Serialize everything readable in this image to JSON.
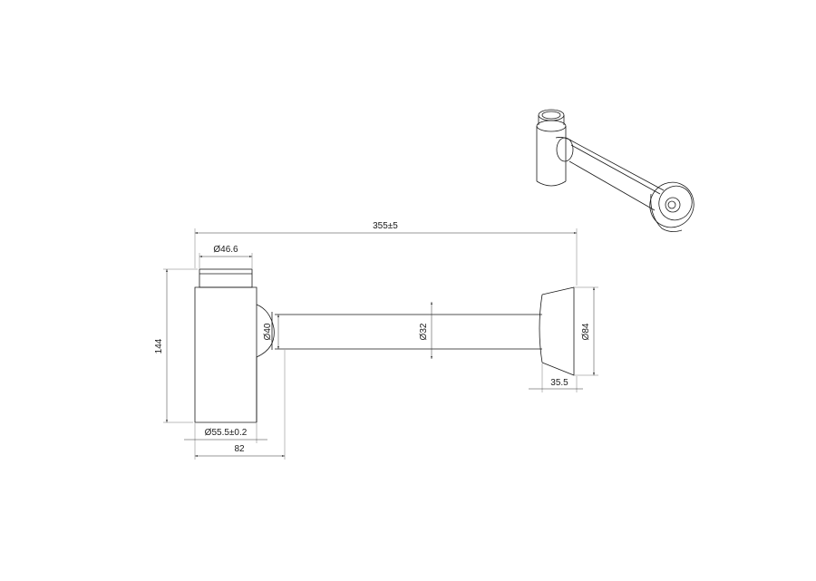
{
  "dimensions": {
    "overall_length": "355±5",
    "top_diameter": "Ø46.6",
    "height": "144",
    "elbow_diameter": "Ø40",
    "pipe_diameter": "Ø32",
    "flange_diameter": "Ø84",
    "flange_depth": "35.5",
    "body_diameter": "Ø55.5±0.2",
    "body_depth": "82"
  }
}
